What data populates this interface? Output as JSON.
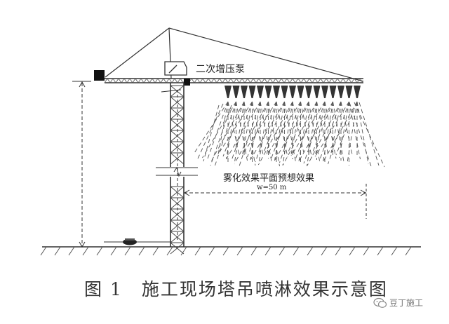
{
  "labels": {
    "pump": "二次增压泵",
    "spray_effect": "雾化效果平面预想效果",
    "spray_width": "w=50 m"
  },
  "caption": "图 1　施工现场塔吊喷淋效果示意图",
  "watermark": {
    "text": "豆丁施工",
    "icon": "wechat-icon"
  }
}
